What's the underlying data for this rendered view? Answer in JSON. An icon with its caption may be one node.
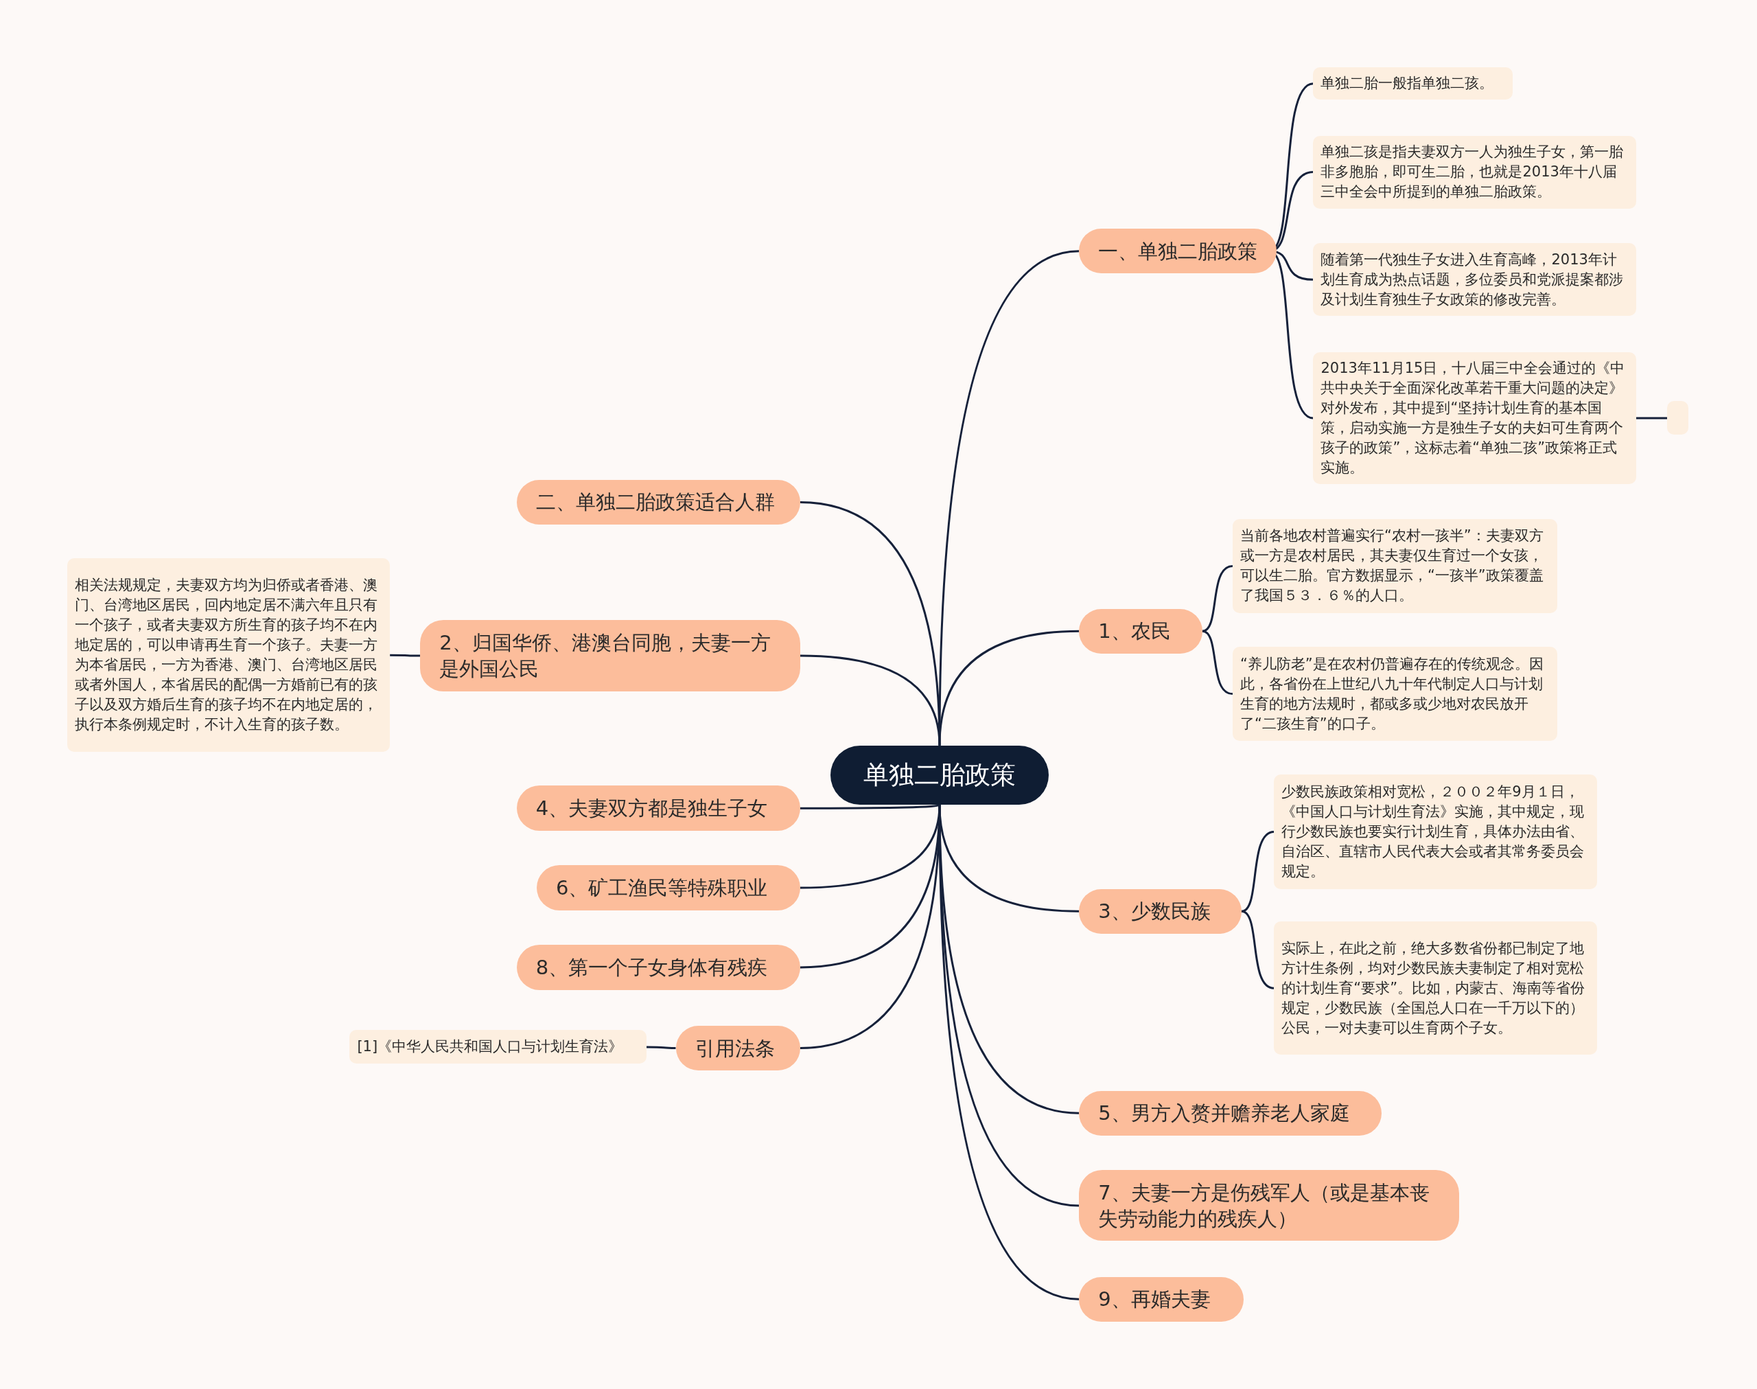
{
  "diagram": {
    "nodes": [
      {
        "text": [
          "单独二胎政策"
        ]
      },
      {
        "text": [
          "一、单独二胎政策"
        ]
      },
      {
        "text": [
          "单独二胎一般指单独二孩。"
        ]
      },
      {
        "text": [
          "单独二孩是指夫妻双方一人为独生子女，第一胎非多胞胎，即可生二胎，也就是2013年十八届三中全会中所提到的单独二胎政策。"
        ]
      },
      {
        "text": [
          "随着第一代独生子女进入生育高峰，2013年计划生育成为热点话题，多位委员和党派提案都涉及计划生育独生子女政策的修改完善。"
        ]
      },
      {
        "text": [
          "2013年11月15日，十八届三中全会通过的《中共中央关于全面深化改革若干重大问题的决定》对外发布，其中提到“坚持计划生育的基本国策，启动实施一方是独生子女的夫妇可生育两个孩子的政策”，这标志着“单独二孩”政策将正式实施。"
        ]
      },
      {
        "text": [],
        "shape": "box"
      },
      {
        "text": [
          "二、单独二胎政策适合人群"
        ]
      },
      {
        "text": [
          "2、归国华侨、港澳台同胞，夫妻一方是外国公民"
        ]
      },
      {
        "text": [
          "相关法规规定，夫妻双方均为归侨或者香港、澳门、台湾地区居民，回内地定居不满六年且只有一个孩子，或者夫妻双方所生育的孩子均不在内地定居的，可以申请再生育一个孩子。夫妻一方为本省居民，一方为香港、澳门、台湾地区居民或者外国人，本省居民的配偶一方婚前已有的孩子以及双方婚后生育的孩子均不在内地定居的，执行本条例规定时，不计入生育的孩子数。"
        ]
      },
      {
        "text": [
          "1、农民"
        ]
      },
      {
        "text": [
          "当前各地农村普遍实行“农村一孩半”：夫妻双方或一方是农村居民，其夫妻仅生育过一个女孩，可以生二胎。官方数据显示，“一孩半”政策覆盖了我国５３．６％的人口。"
        ]
      },
      {
        "text": [
          "“养儿防老”是在农村仍普遍存在的传统观念。因此，各省份在上世纪八九十年代制定人口与计划生育的地方法规时，都或多或少地对农民放开了“二孩生育”的口子。"
        ]
      },
      {
        "text": [
          "4、夫妻双方都是独生子女"
        ]
      },
      {
        "text": [
          "3、少数民族"
        ]
      },
      {
        "text": [
          "少数民族政策相对宽松，２００２年9月１日，《中国人口与计划生育法》实施，其中规定，现行少数民族也要实行计划生育，具体办法由省、自治区、直辖市人民代表大会或者其常务委员会规定。"
        ]
      },
      {
        "text": [
          "实际上，在此之前，绝大多数省份都已制定了地方计生条例，均对少数民族夫妻制定了相对宽松的计划生育“要求”。比如，内蒙古、海南等省份规定，少数民族（全国总人口在一千万以下的）公民，一对夫妻可以生育两个子女。"
        ]
      },
      {
        "text": [
          "6、矿工渔民等特殊职业"
        ]
      },
      {
        "text": [
          "8、第一个子女身体有残疾"
        ]
      },
      {
        "text": [
          "5、男方入赘并赡养老人家庭"
        ]
      },
      {
        "text": [
          "引用法条"
        ]
      },
      {
        "text": [
          "[1]《中华人民共和国人口与计划生育法》"
        ]
      },
      {
        "text": [
          "7、夫妻一方是伤残军人（或是基本丧失劳动能力的残疾人）"
        ]
      },
      {
        "text": [
          "9、再婚夫妻"
        ]
      }
    ],
    "edges": [
      {
        "from": 0,
        "to": 1,
        "arrow": "none"
      },
      {
        "from": 1,
        "to": 2,
        "arrow": "none"
      },
      {
        "from": 1,
        "to": 3,
        "arrow": "none"
      },
      {
        "from": 1,
        "to": 4,
        "arrow": "none"
      },
      {
        "from": 1,
        "to": 5,
        "arrow": "none"
      },
      {
        "from": 5,
        "to": 6,
        "arrow": "none"
      },
      {
        "from": 0,
        "to": 7,
        "arrow": "none"
      },
      {
        "from": 0,
        "to": 8,
        "arrow": "none"
      },
      {
        "from": 8,
        "to": 9,
        "arrow": "none"
      },
      {
        "from": 0,
        "to": 10,
        "arrow": "none"
      },
      {
        "from": 10,
        "to": 11,
        "arrow": "none"
      },
      {
        "from": 10,
        "to": 12,
        "arrow": "none"
      },
      {
        "from": 0,
        "to": 13,
        "arrow": "none"
      },
      {
        "from": 0,
        "to": 14,
        "arrow": "none"
      },
      {
        "from": 14,
        "to": 15,
        "arrow": "none"
      },
      {
        "from": 14,
        "to": 16,
        "arrow": "none"
      },
      {
        "from": 0,
        "to": 17,
        "arrow": "none"
      },
      {
        "from": 0,
        "to": 18,
        "arrow": "none"
      },
      {
        "from": 0,
        "to": 19,
        "arrow": "none"
      },
      {
        "from": 0,
        "to": 20,
        "arrow": "none"
      },
      {
        "from": 20,
        "to": 21,
        "arrow": "none"
      },
      {
        "from": 0,
        "to": 22,
        "arrow": "none"
      },
      {
        "from": 0,
        "to": 23,
        "arrow": "none"
      }
    ]
  }
}
